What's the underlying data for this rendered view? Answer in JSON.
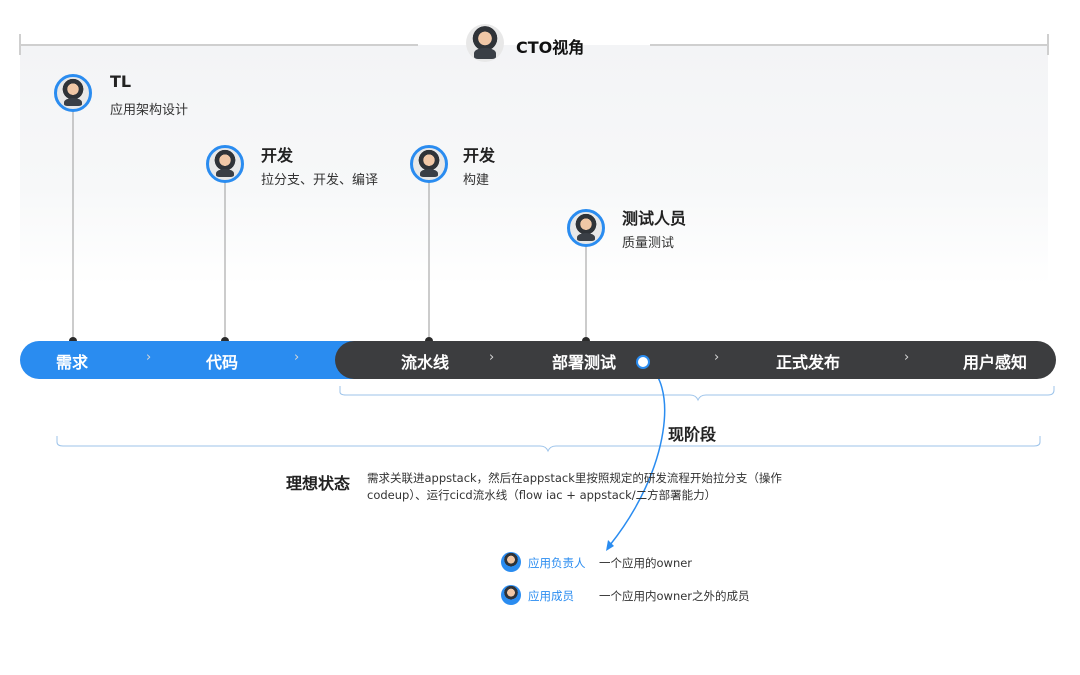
{
  "top": {
    "title": "CTO视角"
  },
  "roles": [
    {
      "title": "TL",
      "desc": "应用架构设计"
    },
    {
      "title": "开发",
      "desc": "拉分支、开发、编译"
    },
    {
      "title": "开发",
      "desc": "构建"
    },
    {
      "title": "测试人员",
      "desc": "质量测试"
    }
  ],
  "stages": [
    "需求",
    "代码",
    "流水线",
    "部署测试",
    "正式发布",
    "用户感知"
  ],
  "chevron": "›",
  "phase_label": "现阶段",
  "ideal": {
    "label": "理想状态",
    "text": "需求关联进appstack，然后在appstack里按照规定的研发流程开始拉分支（操作codeup）、运行cicd流水线（flow iac + appstack/二方部署能力）"
  },
  "legend": [
    {
      "name": "应用负责人",
      "desc": "一个应用的owner"
    },
    {
      "name": "应用成员",
      "desc": "一个应用内owner之外的成员"
    }
  ],
  "colors": {
    "accent": "#2a8cf0",
    "dark_bar": "#3c3d3f"
  },
  "icons": [
    "person-avatar-icon"
  ]
}
